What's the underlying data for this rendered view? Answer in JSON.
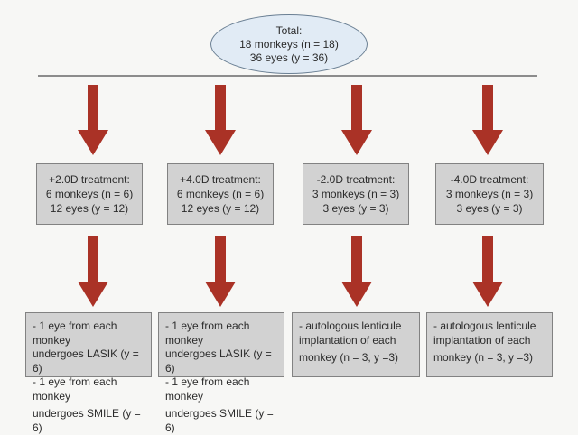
{
  "colors": {
    "page_bg": "#f7f7f5",
    "arrow": "#aa3226",
    "box_fill": "#d2d2d2",
    "box_border": "#828282",
    "oval_fill": "#e1ebf5",
    "oval_border": "#6a7f93",
    "line": "#8c8c8c"
  },
  "total": {
    "lines": [
      "Total:",
      "18 monkeys (n = 18)",
      "36 eyes (y = 36)"
    ]
  },
  "columns": [
    {
      "treatment": {
        "lines": [
          "+2.0D treatment:",
          "6 monkeys (n = 6)",
          "12 eyes (y = 12)"
        ]
      },
      "outcome": {
        "lines": [
          "- 1 eye from each monkey",
          "undergoes LASIK (y = 6)",
          "- 1 eye from each monkey",
          "undergoes SMILE (y = 6)"
        ]
      }
    },
    {
      "treatment": {
        "lines": [
          "+4.0D treatment:",
          "6 monkeys (n = 6)",
          "12 eyes (y = 12)"
        ]
      },
      "outcome": {
        "lines": [
          "- 1 eye from each monkey",
          "undergoes LASIK (y = 6)",
          "- 1 eye from each monkey",
          "undergoes SMILE (y = 6)"
        ]
      }
    },
    {
      "treatment": {
        "lines": [
          "-2.0D treatment:",
          "3 monkeys (n = 3)",
          "3 eyes (y = 3)"
        ]
      },
      "outcome": {
        "lines": [
          "- autologous lenticule",
          "implantation of each",
          "monkey (n = 3, y =3)"
        ]
      }
    },
    {
      "treatment": {
        "lines": [
          "-4.0D treatment:",
          "3 monkeys (n = 3)",
          "3 eyes (y = 3)"
        ]
      },
      "outcome": {
        "lines": [
          "- autologous lenticule",
          "implantation of each",
          "monkey (n = 3, y =3)"
        ]
      }
    }
  ]
}
